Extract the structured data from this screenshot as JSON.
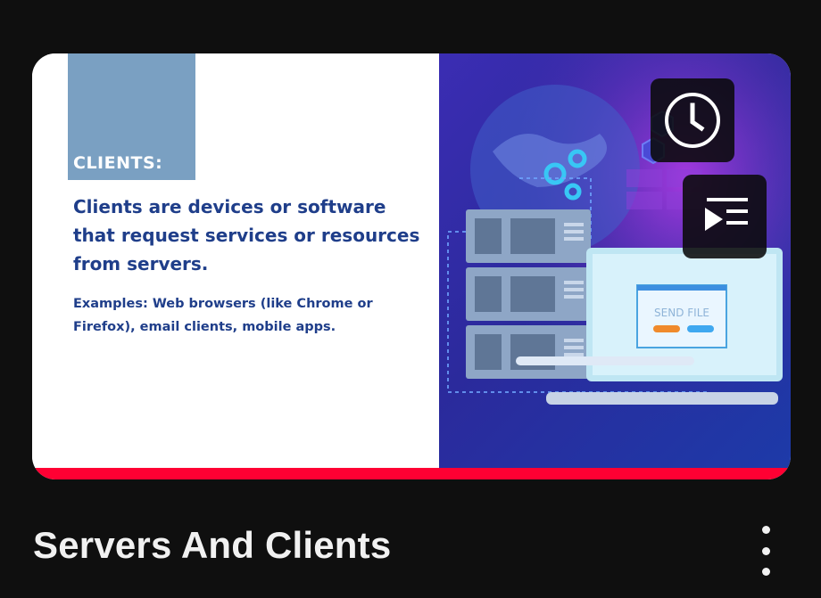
{
  "video": {
    "title": "Servers And Clients",
    "thumbnail": {
      "label": "CLIENTS:",
      "heading": "Clients are devices or software that request services or resources from servers.",
      "examples": "Examples: Web browsers (like Chrome or Firefox), email clients, mobile apps.",
      "dialog_text": "SEND FILE"
    },
    "watch_progress_percent": 100
  },
  "overlay": {
    "watch_later_icon": "clock-icon",
    "add_to_queue_icon": "add-to-queue-icon"
  },
  "menu": {
    "icon": "more-vert-icon"
  },
  "colors": {
    "background": "#0f0f0f",
    "progress": "#ff0033",
    "heading_text": "#1f3e8a",
    "label_box": "#7aa0c2"
  }
}
